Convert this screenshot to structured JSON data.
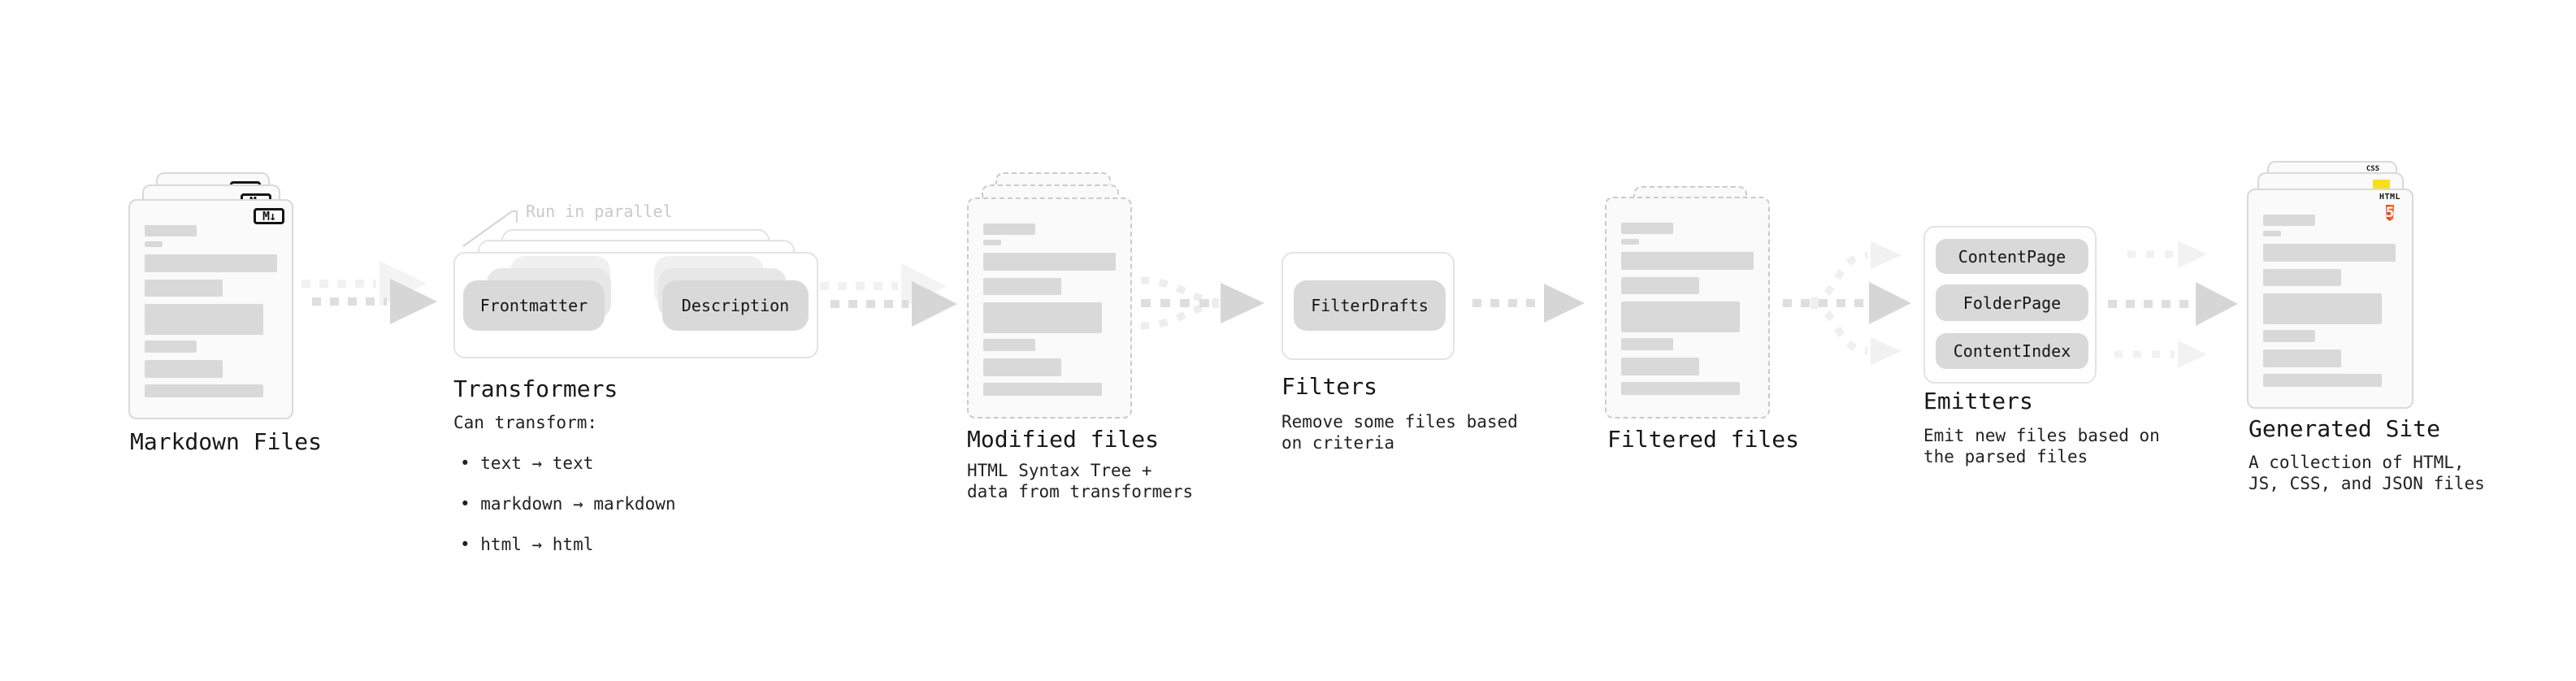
{
  "stages": {
    "markdown": {
      "title": "Markdown Files",
      "badge": "M↓"
    },
    "transformers": {
      "title": "Transformers",
      "annotation": "Run in parallel",
      "subtitle": "Can transform:",
      "bullets": [
        "• text → text",
        "• markdown → markdown",
        "• html → html"
      ],
      "input_box": "Frontmatter",
      "output_box": "Description"
    },
    "modified": {
      "title": "Modified files",
      "description": "HTML Syntax Tree +\ndata from transformers"
    },
    "filters": {
      "title": "Filters",
      "description": "Remove some files based\non criteria",
      "box": "FilterDrafts"
    },
    "filtered": {
      "title": "Filtered files"
    },
    "emitters": {
      "title": "Emitters",
      "description": "Emit new files based on\nthe parsed files",
      "boxes": [
        "ContentPage",
        "FolderPage",
        "ContentIndex"
      ]
    },
    "generated": {
      "title": "Generated Site",
      "description": "A collection of HTML,\nJS, CSS, and JSON files",
      "badges": {
        "css": "CSS",
        "html": "HTML",
        "html5_number": "5"
      }
    }
  },
  "colors": {
    "html5_orange": "#e44d26",
    "js_yellow": "#f7df1e",
    "css_blue": "#1d6fe8",
    "bar_gray": "#d9d9d9",
    "arrow_gray": "#dedede",
    "card_border": "#d9d9d9",
    "dashed_border": "#cbcbcb",
    "panel_border": "#e3e3e3",
    "annotation_gray": "#c9c9c9"
  }
}
